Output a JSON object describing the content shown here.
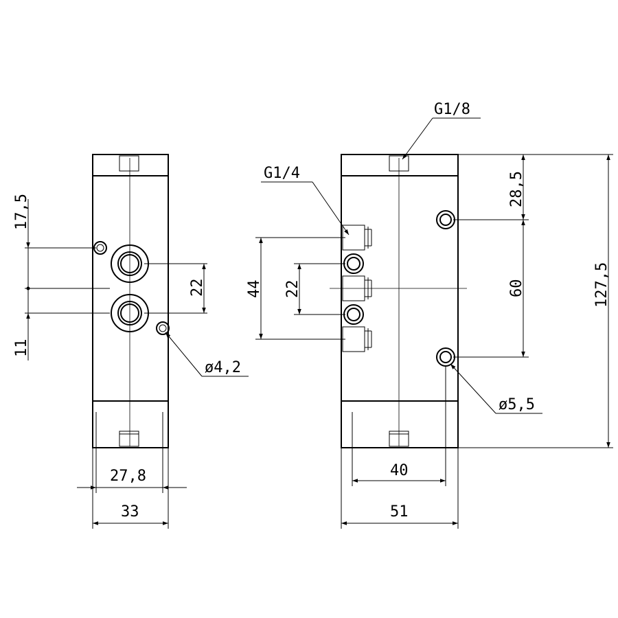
{
  "drawing": {
    "left_view": {
      "dim_total_width": "33",
      "dim_hole_spacing_width": "27,8",
      "dim_top_offset": "17,5",
      "dim_port_spacing": "22",
      "dim_bottom_offset": "11",
      "mounting_hole_diameter": "ø4,2"
    },
    "right_view": {
      "thread_top": "G1/8",
      "thread_side": "G1/4",
      "dim_total_width": "51",
      "dim_hole_spacing_width": "40",
      "dim_port_outer_spacing": "44",
      "dim_port_inner_spacing": "22",
      "dim_top_to_hole": "28,5",
      "dim_hole_spacing_height": "60",
      "dim_total_height": "127,5",
      "mounting_hole_diameter": "ø5,5"
    }
  }
}
